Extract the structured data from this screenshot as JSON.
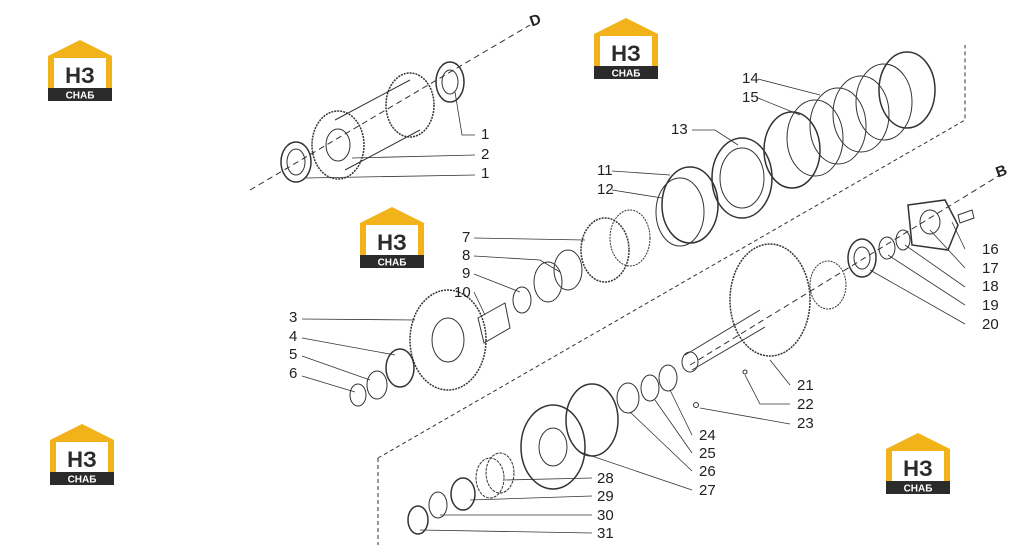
{
  "logo": {
    "line1": "НЗ",
    "line2": "СНАБ",
    "color_gold": "#F2B21A",
    "color_dark": "#2B2B2B"
  },
  "axis_labels": [
    "D",
    "B"
  ],
  "callouts": [
    "1",
    "2",
    "1",
    "3",
    "4",
    "5",
    "6",
    "7",
    "8",
    "9",
    "10",
    "11",
    "12",
    "13",
    "14",
    "15",
    "16",
    "17",
    "18",
    "19",
    "20",
    "21",
    "22",
    "23",
    "24",
    "25",
    "26",
    "27",
    "28",
    "29",
    "30",
    "31"
  ]
}
